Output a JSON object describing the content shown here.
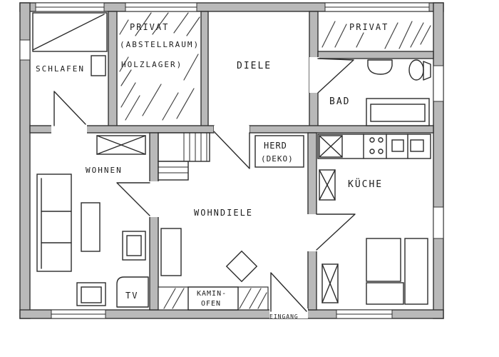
{
  "rooms": {
    "schlafen": "SCHLAFEN",
    "privat_left_line1": "PRIVAT",
    "privat_left_line2": "(ABSTELLRAUM)",
    "privat_left_line3": "HOLZLAGER)",
    "diele": "DIELE",
    "privat_right": "PRIVAT",
    "bad": "BAD",
    "herd_line1": "HERD",
    "herd_line2": "(DEKO)",
    "wohnen": "WOHNEN",
    "kueche": "KÜCHE",
    "wohndiele": "WOHNDIELE",
    "tv": "TV",
    "kamin_line1": "KAMIN-",
    "kamin_line2": "OFEN",
    "eingang": "EINGANG"
  },
  "colors": {
    "wall": "#b9b9b9",
    "ink": "#2b2b2b",
    "paper": "#ffffff"
  }
}
